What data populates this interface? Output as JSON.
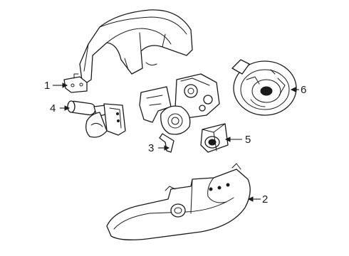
{
  "callouts": [
    {
      "number": "1",
      "part": "upper-column-cover"
    },
    {
      "number": "2",
      "part": "lower-column-cover"
    },
    {
      "number": "3",
      "part": "ignition-switch-housing"
    },
    {
      "number": "4",
      "part": "turn-signal-switch"
    },
    {
      "number": "5",
      "part": "immobilizer-module"
    },
    {
      "number": "6",
      "part": "clockspring"
    }
  ],
  "colors": {
    "line": "#1a1a1a",
    "background": "#ffffff"
  }
}
